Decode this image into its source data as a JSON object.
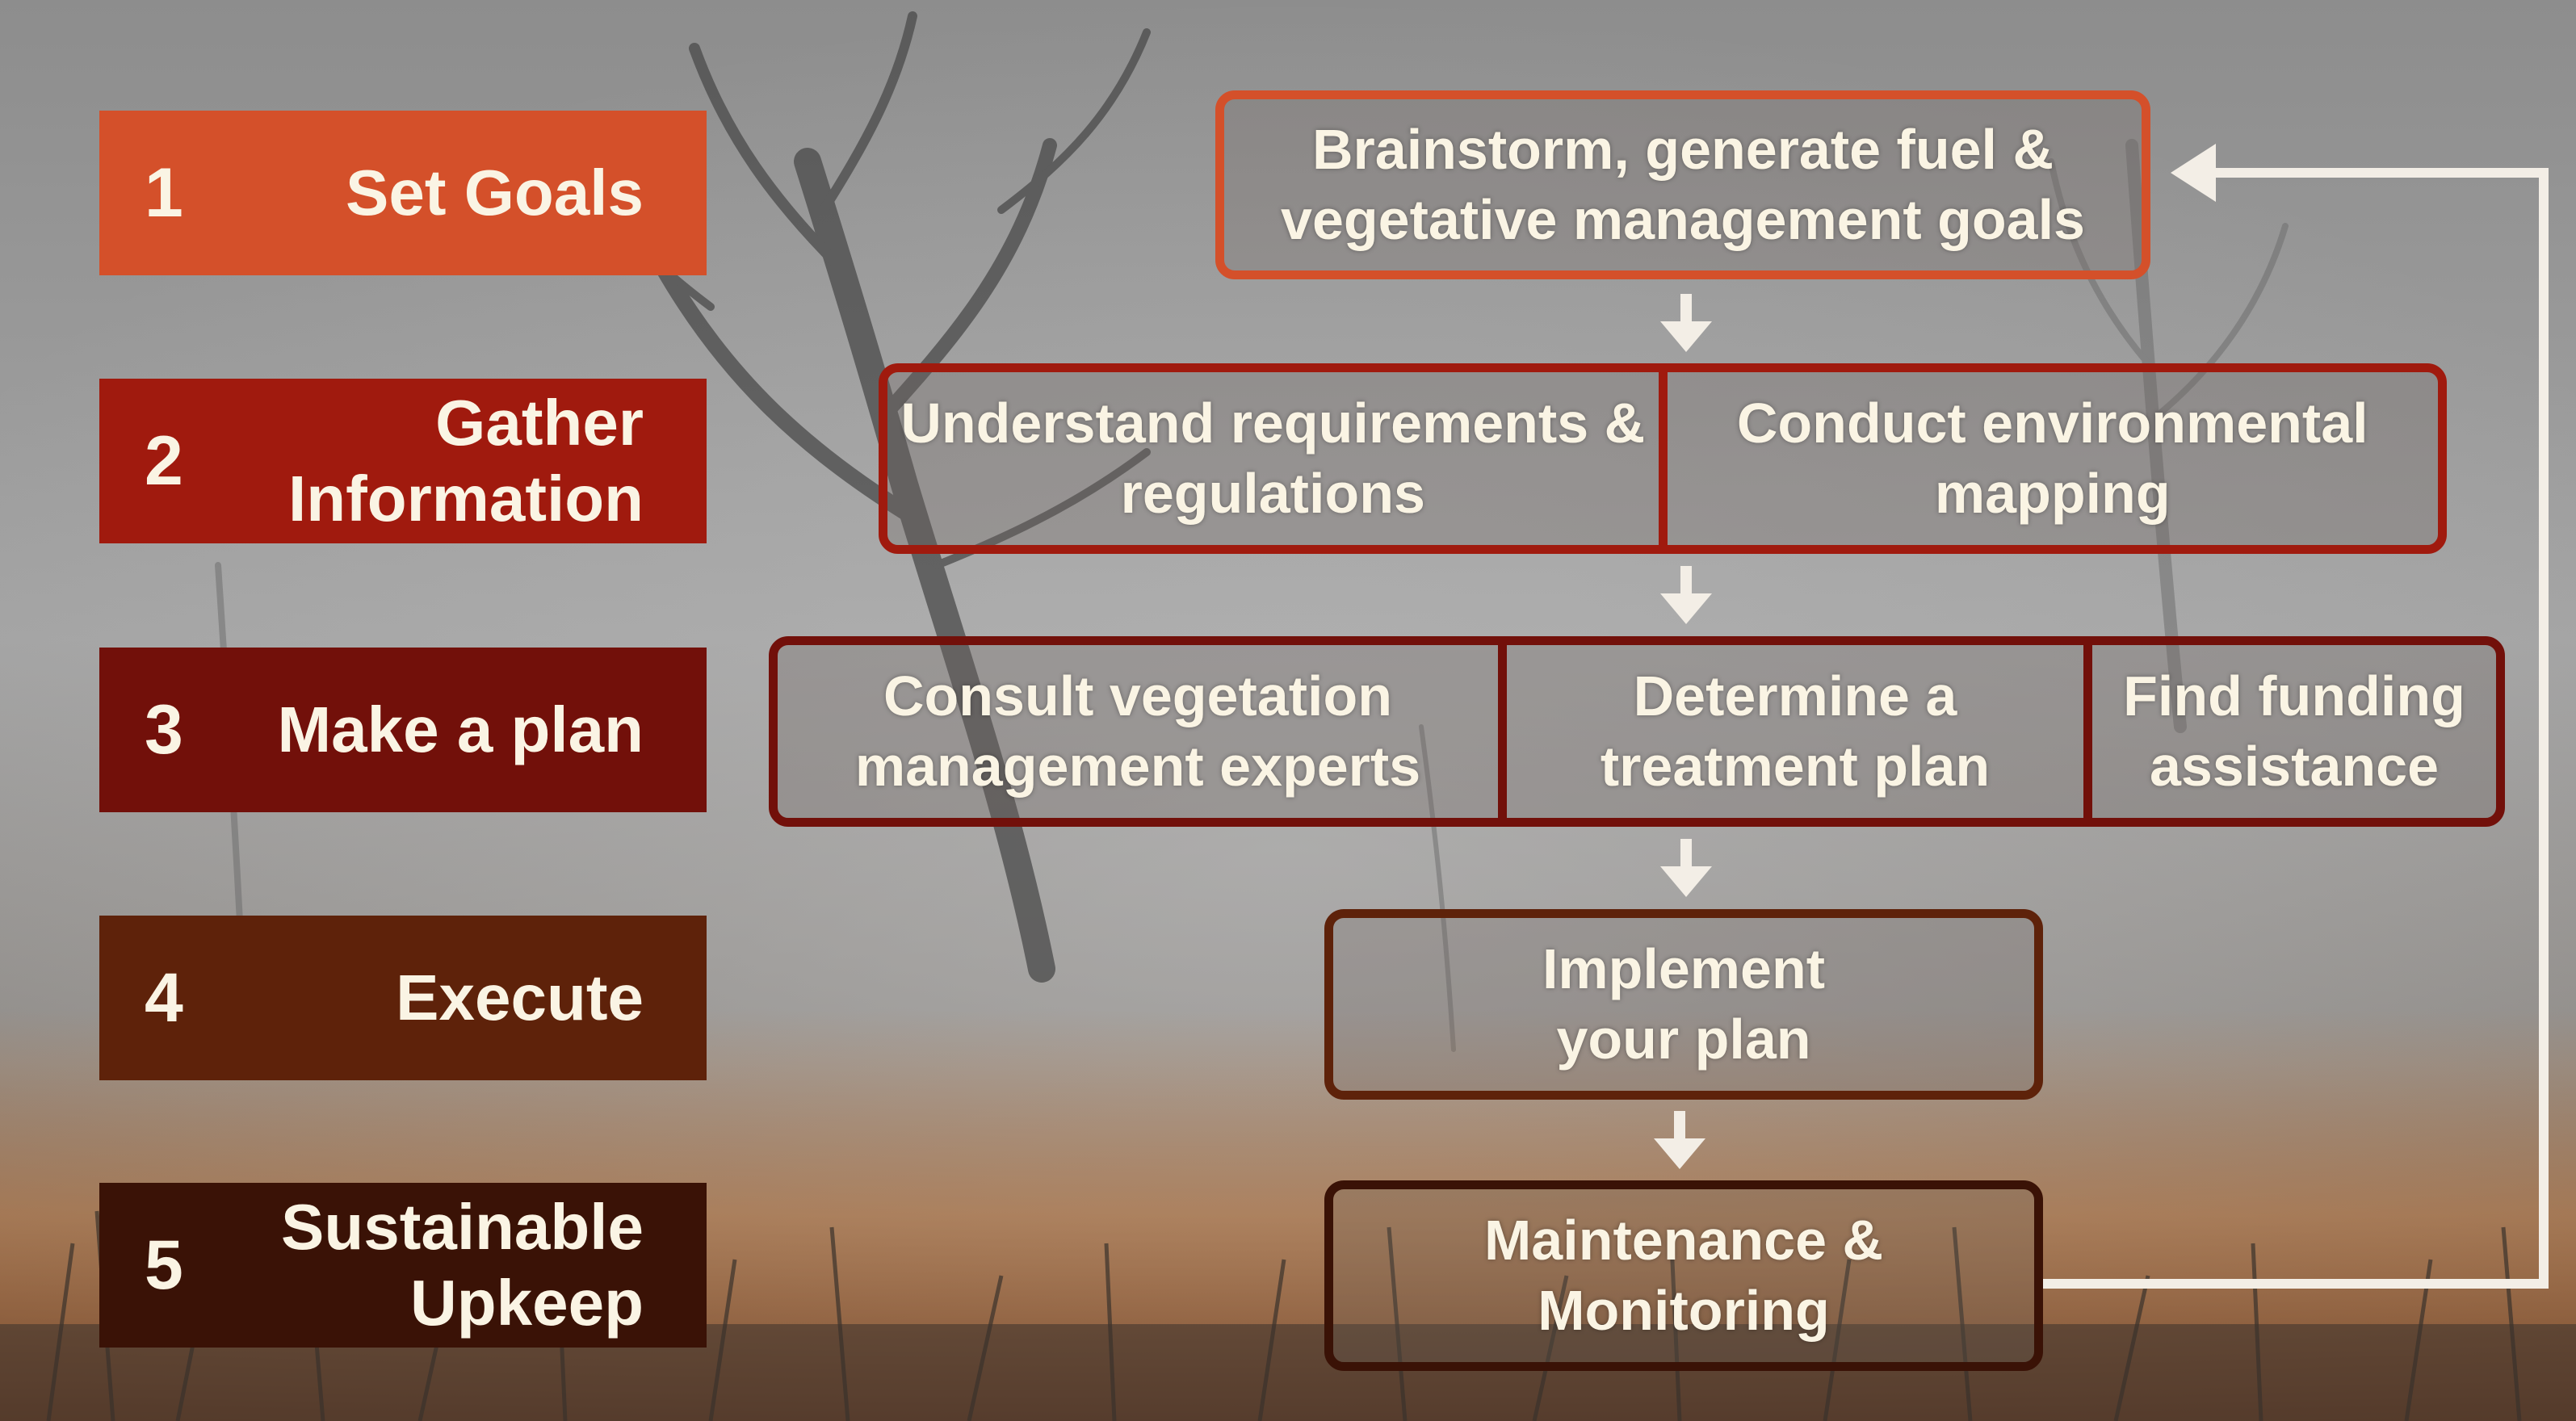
{
  "colors": {
    "step1": "#D4502A",
    "step2": "#A01A0E",
    "step3": "#72100A",
    "step4": "#5E220A",
    "step5": "#3A1206",
    "text": "#FAF4E4",
    "connector": "#F3EEE6"
  },
  "steps": [
    {
      "num": "1",
      "title": "Set Goals"
    },
    {
      "num": "2",
      "title": "Gather Information"
    },
    {
      "num": "3",
      "title": "Make a plan"
    },
    {
      "num": "4",
      "title": "Execute"
    },
    {
      "num": "5",
      "title": "Sustainable Upkeep"
    }
  ],
  "boxes": {
    "goals": [
      "Brainstorm, generate fuel & vegetative management goals"
    ],
    "info": [
      "Understand requirements & regulations",
      "Conduct environmental mapping"
    ],
    "plan": [
      "Consult vegetation management experts",
      "Determine a treatment plan",
      "Find funding assistance"
    ],
    "execute": [
      "Implement your plan"
    ],
    "upkeep": [
      "Maintenance & Monitoring"
    ]
  }
}
